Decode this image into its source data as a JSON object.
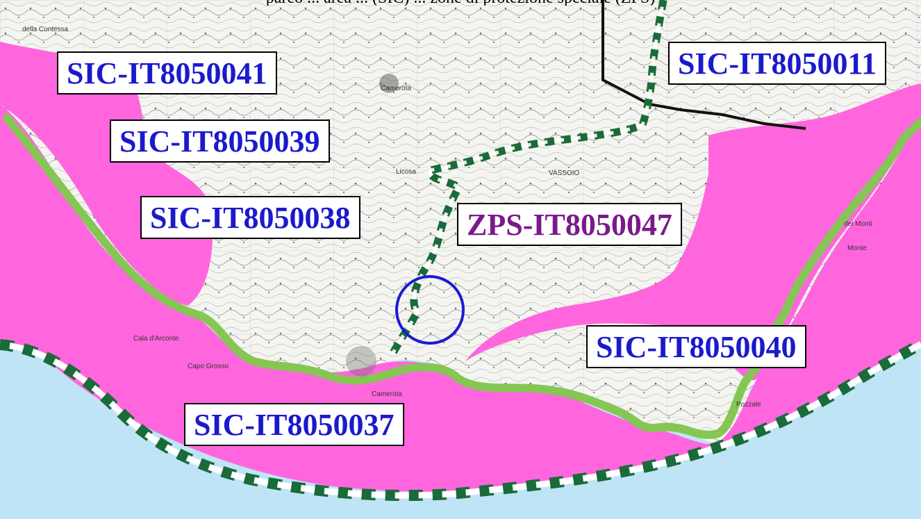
{
  "caption": "parco ... area ... (SIC) ... zone di protezione speciale (ZPS)",
  "colors": {
    "sea": "#bfe4f6",
    "protected": "#ff66dd",
    "coast_line": "#86c654",
    "zps_border": "#1a6b3a",
    "label_sic": "#1a1acc",
    "label_zps": "#7a1a8a",
    "highlight_circle": "#1a1ad6"
  },
  "labels": {
    "sic_8050041": "SIC-IT8050041",
    "sic_8050011": "SIC-IT8050011",
    "sic_8050039": "SIC-IT8050039",
    "sic_8050038": "SIC-IT8050038",
    "zps_8050047": "ZPS-IT8050047",
    "sic_8050040": "SIC-IT8050040",
    "sic_8050037": "SIC-IT8050037"
  },
  "places": {
    "camerota": "Camerota",
    "licosa": "Licosa",
    "marina": "Camerota",
    "cala_arconte": "Cala d'Arconte",
    "capo_grosso": "Capo Grosso",
    "vasaio": "VASSOIO",
    "monti": "dei Monti",
    "monte": "Monte",
    "contessa": "della Contessa",
    "pozzale": "Pozzale"
  }
}
